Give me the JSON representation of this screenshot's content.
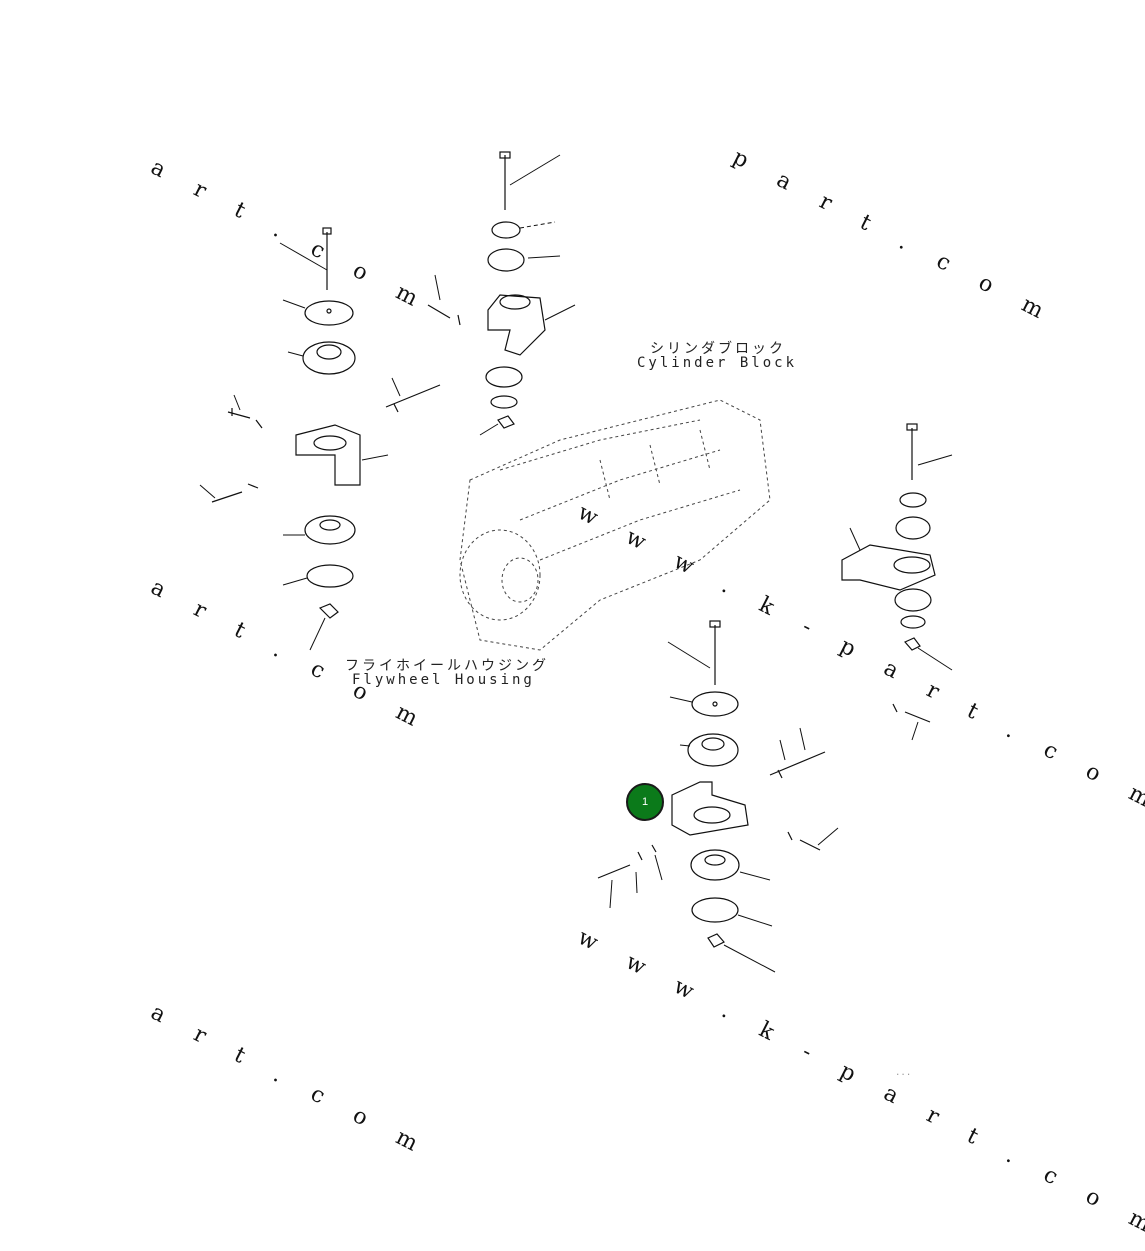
{
  "watermarks": {
    "w1": "a r t . c o m",
    "w2": "p a r t . c o m",
    "w3": "a r t . c o m",
    "w4": "w w w . k - p a r t . c o m",
    "w5": "w w w . k - p a r t . c o m",
    "w6": "a r t . c o m"
  },
  "labels": {
    "cylinder_block_jp": "シリンダブロック",
    "cylinder_block_en": "Cylinder Block",
    "flywheel_housing_jp": "フライホイールハウジング",
    "flywheel_housing_en": "Flywheel Housing"
  },
  "callouts": [
    {
      "number": "1",
      "color": "#0b7a1a"
    }
  ],
  "drawing_number": "..."
}
